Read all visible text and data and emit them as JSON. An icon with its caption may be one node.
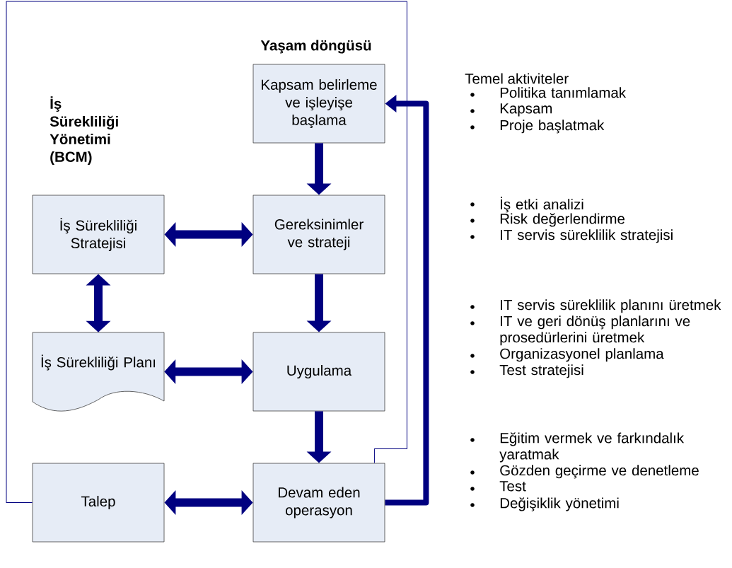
{
  "diagram": {
    "nodes": [
      {
        "text": [
          "Kapsam belirleme ve işleyişe başlama"
        ]
      },
      {
        "text": [
          "İş Sürekliliği Stratejisi"
        ]
      },
      {
        "text": [
          "Gereksinimler ve strateji"
        ]
      },
      {
        "text": [
          "İş Sürekliliği Planı"
        ]
      },
      {
        "text": [
          "Uygulama"
        ]
      },
      {
        "text": [
          "Talep"
        ]
      },
      {
        "text": [
          "Devam eden operasyon"
        ]
      }
    ],
    "edges": [
      {
        "from": 0,
        "to": 2,
        "arrow": "to"
      },
      {
        "from": 2,
        "to": 4,
        "arrow": "to"
      },
      {
        "from": 4,
        "to": 6,
        "arrow": "to"
      },
      {
        "from": 6,
        "to": 0,
        "arrow": "to"
      },
      {
        "from": 1,
        "to": 2,
        "arrow": "both"
      },
      {
        "from": 1,
        "to": 3,
        "arrow": "both"
      },
      {
        "from": 3,
        "to": 4,
        "arrow": "both"
      },
      {
        "from": 5,
        "to": 6,
        "arrow": "both"
      },
      {
        "from": 5,
        "to": 6,
        "arrow": "none"
      }
    ],
    "labels": [
      "Yaşam döngüsü",
      "İş Sürekliliği Yönetimi (BCM)",
      "Temel aktiviteler",
      "Politika tanımlamak",
      "Kapsam",
      "Proje başlatmak",
      "İş etki analizi",
      "Risk değerlendirme",
      "IT servis süreklilik stratejisi",
      "IT servis süreklilik planını üretmek",
      "IT ve geri dönüş planlarını ve prosedürlerini üretmek",
      "Organizasyonel planlama",
      "Test stratejisi",
      "Eğitim vermek ve farkındalık yaratmak",
      "Gözden geçirme ve denetleme",
      "Test",
      "Değişiklik yönetimi"
    ]
  }
}
